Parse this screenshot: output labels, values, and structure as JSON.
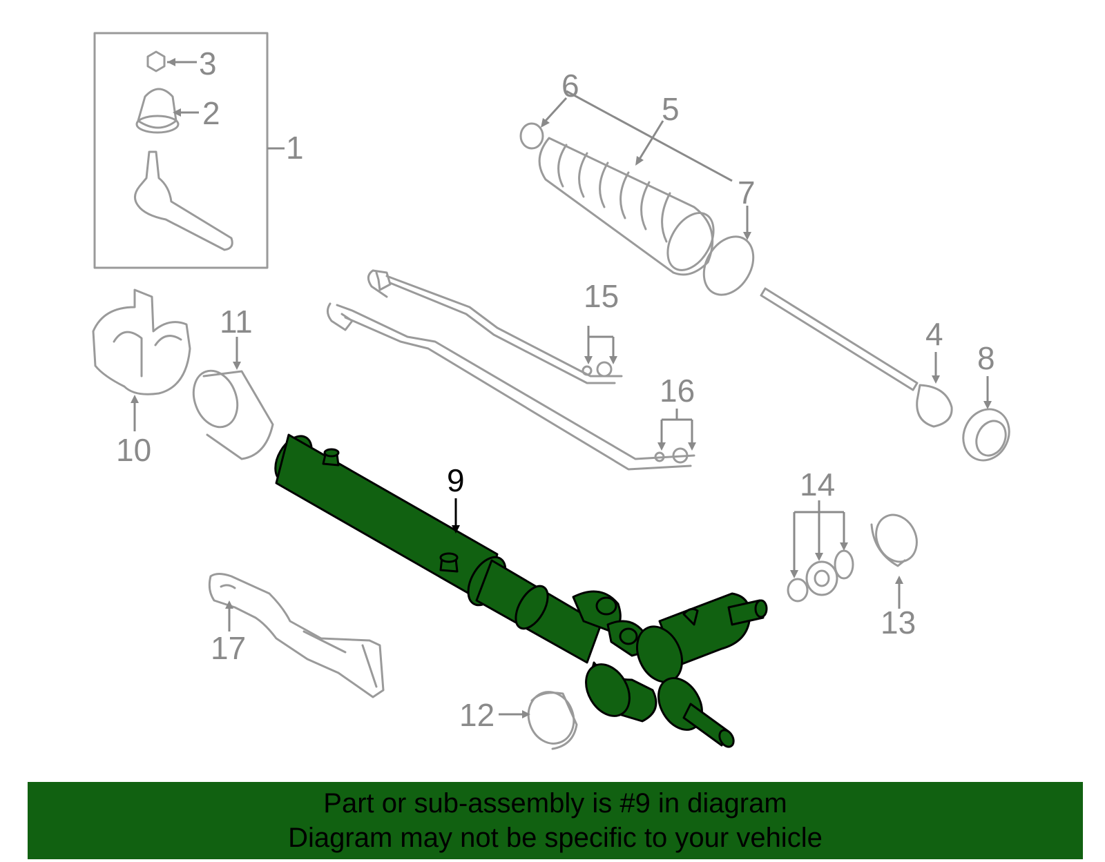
{
  "diagram": {
    "labels": {
      "c1": "1",
      "c2": "2",
      "c3": "3",
      "c4": "4",
      "c5": "5",
      "c6": "6",
      "c7": "7",
      "c8": "8",
      "c9": "9",
      "c10": "10",
      "c11": "11",
      "c12": "12",
      "c13": "13",
      "c14": "14",
      "c15": "15",
      "c16": "16",
      "c17": "17"
    },
    "highlight_color": "#116111",
    "outline_color": "#9a9a9a"
  },
  "banner": {
    "line1": "Part or sub-assembly is #9 in diagram",
    "line2": "Diagram may not be specific to your vehicle",
    "background": "#116111"
  }
}
